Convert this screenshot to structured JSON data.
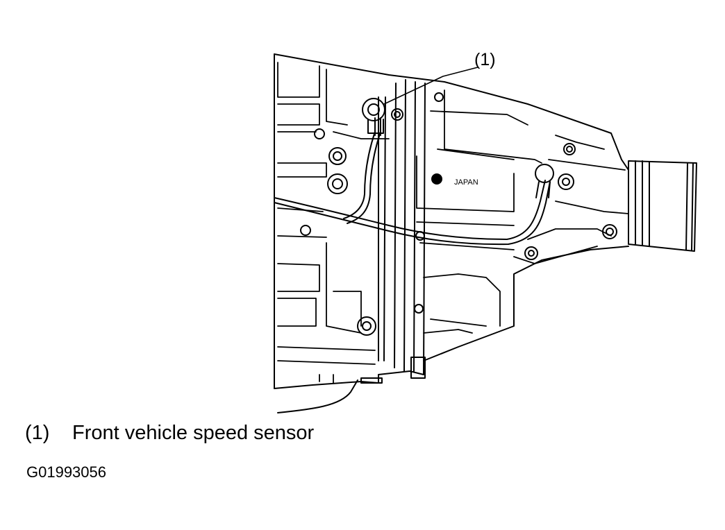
{
  "callout": {
    "label": "(1)"
  },
  "stamp_text": "JAPAN",
  "legend": {
    "number": "(1)",
    "text": "Front vehicle speed sensor"
  },
  "figure_id": "G01993056",
  "colors": {
    "ink": "#000000",
    "paper": "#ffffff"
  }
}
